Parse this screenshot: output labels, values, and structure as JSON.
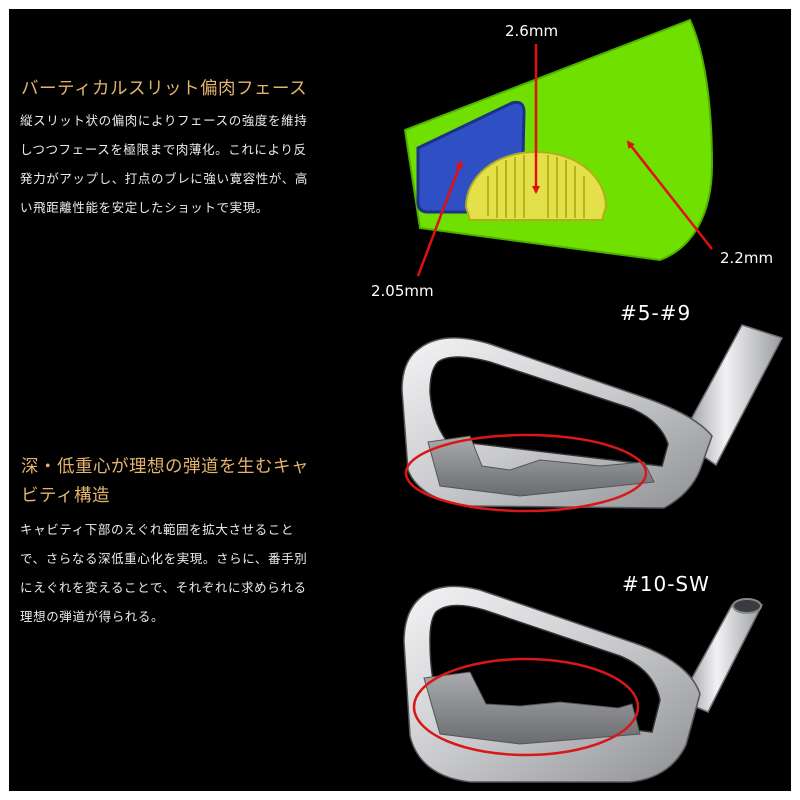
{
  "section1": {
    "title": "バーティカルスリット偏肉フェース",
    "lines": [
      "縦スリット状の偏肉によりフェースの強度を維持",
      "しつつフェースを極限まで肉薄化。これにより反",
      "発力がアップし、打点のブレに強い寛容性が、高",
      "い飛距離性能を安定したショットで実現。"
    ]
  },
  "section2": {
    "title_lines": [
      "深・低重心が理想の弾道を生むキャ",
      "ビティ構造"
    ],
    "lines": [
      "キャビティ下部のえぐれ範囲を拡大させること",
      "で、さらなる深低重心化を実現。さらに、番手別",
      "にえぐれを変えることで、それぞれに求められる",
      "理想の弾道が得られる。"
    ]
  },
  "face_diagram": {
    "thickness_labels": {
      "top": "2.6mm",
      "left": "2.05mm",
      "right": "2.2mm"
    },
    "colors": {
      "face": "#6fe000",
      "pad": "#2f4fc4",
      "slit": "#e3e04a",
      "arrow": "#e01010"
    }
  },
  "club_labels": {
    "upper": "#5-#9",
    "lower": "#10-SW"
  }
}
